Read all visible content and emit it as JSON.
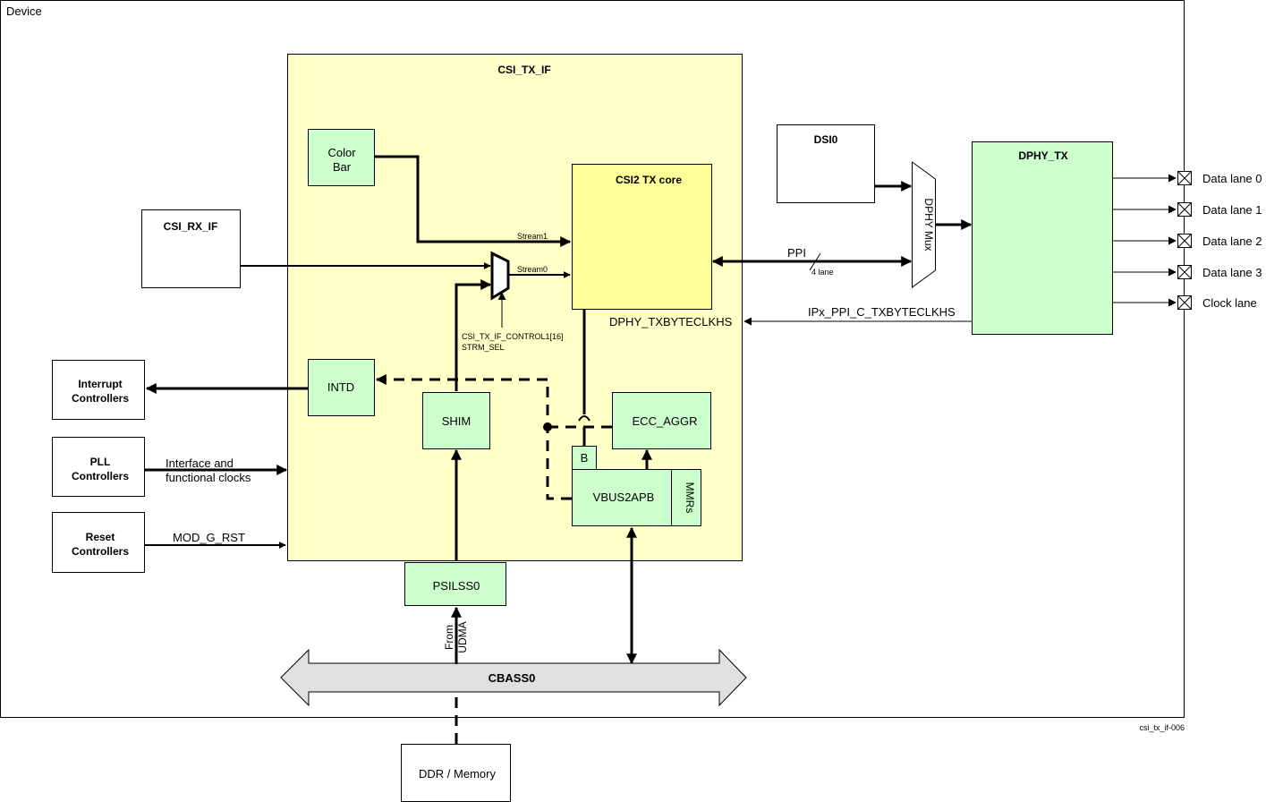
{
  "device": {
    "title": "Device",
    "figure_id": "csi_tx_if-006"
  },
  "blocks": {
    "csi_tx_if": "CSI_TX_IF",
    "color_bar": [
      "Color",
      "Bar"
    ],
    "csi2_tx_core": "CSI2 TX core",
    "csi_rx_if": "CSI_RX_IF",
    "dsi0": "DSI0",
    "dphy_mux": "DPHY Mux",
    "dphy_tx": "DPHY_TX",
    "intd": "INTD",
    "shim": "SHIM",
    "ecc_aggr": "ECC_AGGR",
    "b_box": "B",
    "vbus2apb": "VBUS2APB",
    "mmrs": "MMRs",
    "psilss0": "PSILSS0",
    "cbass0": "CBASS0",
    "ddr_memory": "DDR / Memory",
    "interrupt_controllers": [
      "Interrupt",
      "Controllers"
    ],
    "pll_controllers": [
      "PLL",
      "Controllers"
    ],
    "reset_controllers": [
      "Reset",
      "Controllers"
    ]
  },
  "labels": {
    "stream1": "Stream1",
    "stream0": "Stream0",
    "strm_sel": [
      "CSI_TX_IF_CONTROL1[16]",
      "STRM_SEL"
    ],
    "ppi": "PPI",
    "four_lane": "4 lane",
    "dphy_txbyteclkhs": "DPHY_TXBYTECLKHS",
    "ipx_ppi": "IPx_PPI_C_TXBYTECLKHS",
    "interface_clocks": [
      "Interface and",
      "functional clocks"
    ],
    "mod_g_rst": "MOD_G_RST",
    "from_udma": [
      "From",
      "UDMA"
    ]
  },
  "lanes": [
    "Data lane 0",
    "Data lane 1",
    "Data lane 2",
    "Data lane 3",
    "Clock lane"
  ],
  "colors": {
    "csi_tx_if_fill": "#FFFFC8",
    "core_fill": "#FFFF99",
    "green_fill": "#CCFFCC",
    "bus_fill": "#E0E0E0"
  }
}
